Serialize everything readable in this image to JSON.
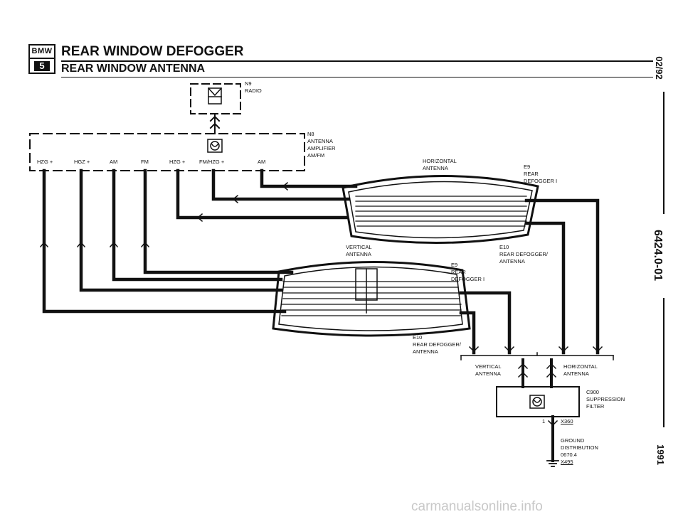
{
  "header": {
    "brand_line1": "BMW",
    "brand_line2": "5",
    "title": "REAR WINDOW DEFOGGER",
    "subtitle": "REAR WINDOW ANTENNA"
  },
  "side_text": {
    "date": "02/92",
    "doc_number": "6424.0-01",
    "year": "1991"
  },
  "components": {
    "n9": {
      "id": "N9",
      "name": "RADIO"
    },
    "n8": {
      "id": "N8",
      "line1": "ANTENNA",
      "line2": "AMPLIFIER",
      "line3": "AM/FM"
    },
    "c900": {
      "id": "C900",
      "line1": "SUPPRESSION",
      "line2": "FILTER"
    },
    "x360": {
      "pin": "1",
      "id": "X360"
    },
    "ground": {
      "line1": "GROUND",
      "line2": "DISTRIBUTION",
      "line3": "0670.4",
      "id": "X495"
    }
  },
  "pins": [
    "HZG +",
    "HGZ +",
    "AM",
    "FM",
    "HZG +",
    "FM/HZG +",
    "AM"
  ],
  "labels": {
    "horizontal_antenna_top": {
      "line1": "HORIZONTAL",
      "line2": "ANTENNA"
    },
    "e9_top": {
      "line1": "E9",
      "line2": "REAR",
      "line3": "DEFOGGER I"
    },
    "vertical_antenna_mid": {
      "line1": "VERTICAL",
      "line2": "ANTENNA"
    },
    "e10_mid": {
      "line1": "E10",
      "line2": "REAR DEFOGGER/",
      "line3": "ANTENNA"
    },
    "e9_lower": {
      "line1": "E9",
      "line2": "REAR",
      "line3": "DEFOGGER I"
    },
    "e10_lower": {
      "line1": "E10",
      "line2": "REAR DEFOGGER/",
      "line3": "ANTENNA"
    },
    "vertical_antenna_bottom": {
      "line1": "VERTICAL",
      "line2": "ANTENNA"
    },
    "horizontal_antenna_bottom": {
      "line1": "HORIZONTAL",
      "line2": "ANTENNA"
    }
  },
  "watermark": "carmanualsonline.info"
}
